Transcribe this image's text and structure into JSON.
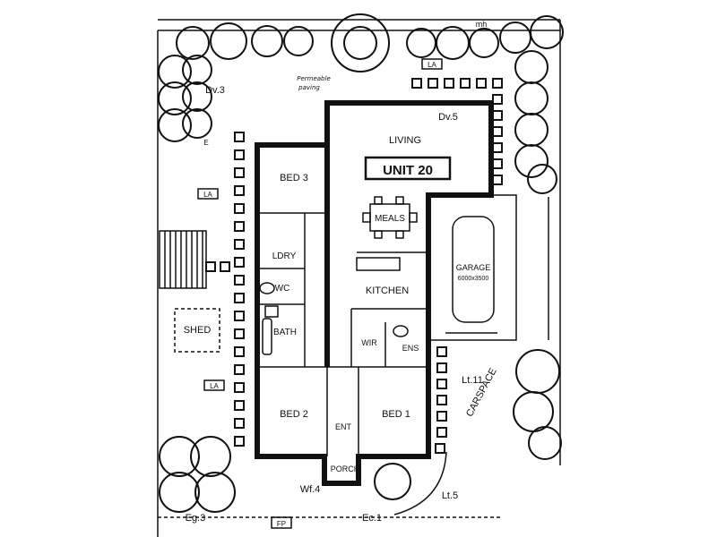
{
  "plan": {
    "unit_label": "UNIT 20",
    "rooms": {
      "living": "LIVING",
      "meals": "MEALS",
      "kitchen": "KITCHEN",
      "bed1": "BED 1",
      "bed2": "BED 2",
      "bed3": "BED 3",
      "bath": "BATH",
      "wc": "WC",
      "ldry": "LDRY",
      "wir": "WIR",
      "ens": "ENS",
      "ent": "ENT",
      "porch": "PORCH",
      "garage": "GARAGE",
      "garage_dims": "6000x3500",
      "shed": "SHED"
    },
    "site_labels": {
      "permeable_paving_1": "Permeable",
      "permeable_paving_2": "paving",
      "la_1": "LA",
      "la_2": "LA",
      "la_3": "LA",
      "dv3": "Dv.3",
      "dv5": "Dv.5",
      "lt11": "Lt.11",
      "lt5": "Lt.5",
      "wf4": "Wf.4",
      "eg3": "Eg.3",
      "ec1": "Ec.1",
      "fp": "FP",
      "carspace": "CARSPACE",
      "mh": "mh",
      "e": "E"
    }
  }
}
